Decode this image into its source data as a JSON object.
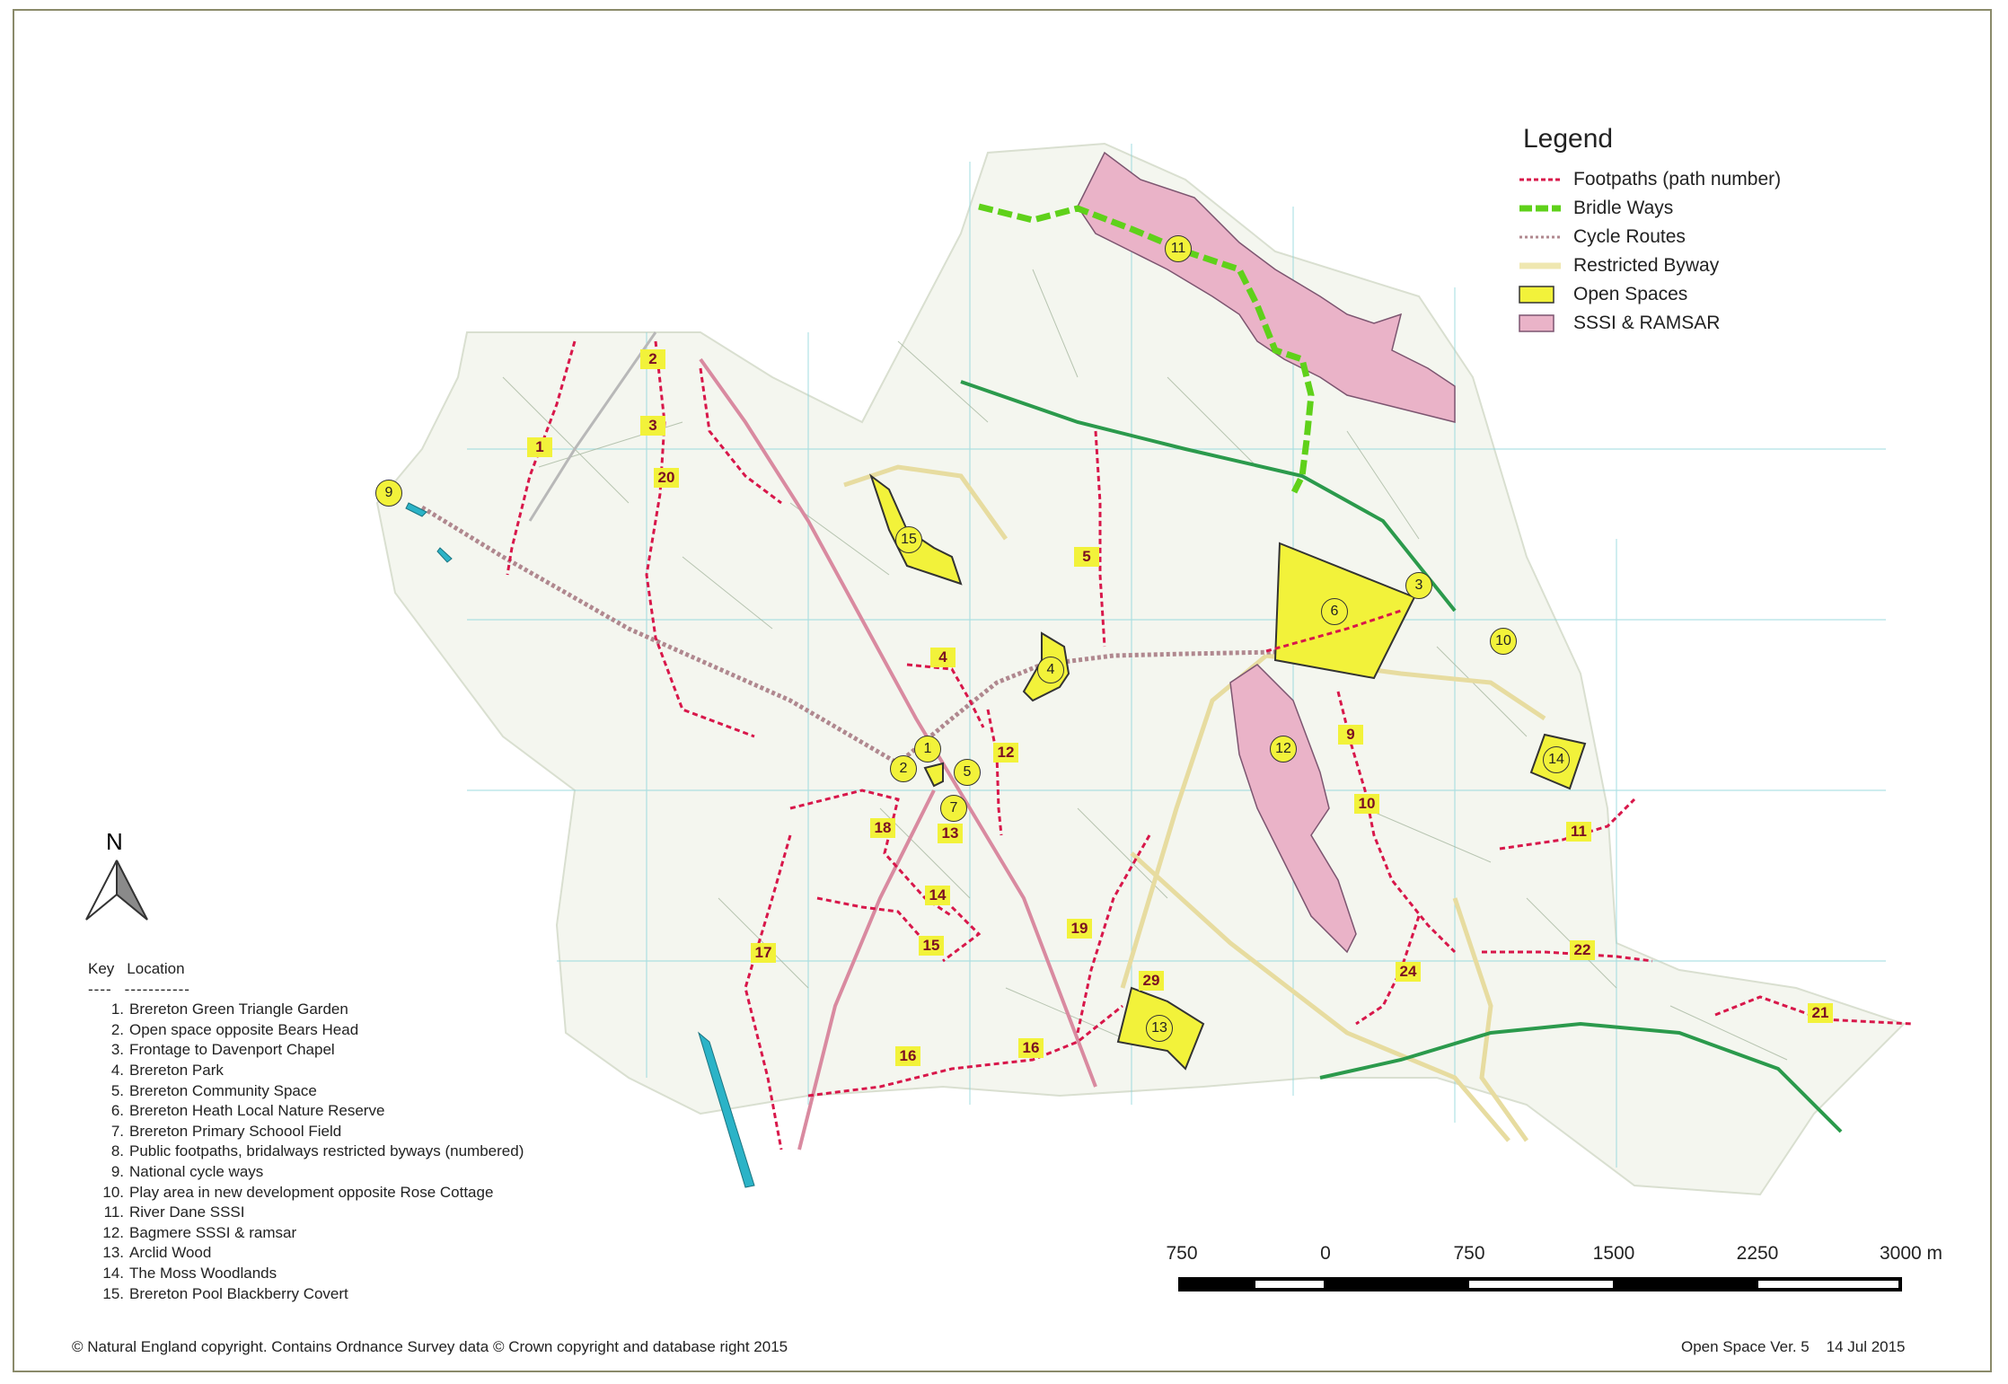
{
  "legend": {
    "title": "Legend",
    "items": [
      {
        "label": "Footpaths (path number)",
        "symbol": "footpath"
      },
      {
        "label": "Bridle Ways",
        "symbol": "bridleway"
      },
      {
        "label": "Cycle Routes",
        "symbol": "cycle"
      },
      {
        "label": "Restricted Byway",
        "symbol": "byway"
      },
      {
        "label": "Open Spaces",
        "symbol": "open"
      },
      {
        "label": "SSSI & RAMSAR",
        "symbol": "sssi"
      }
    ]
  },
  "colors": {
    "footpath": "#d8174a",
    "bridleway": "#5fd11a",
    "cycle": "#b0888f",
    "byway": "#efe7b0",
    "open_fill": "#f2f23a",
    "sssi_fill": "#eab3c8",
    "road_a": "#d98aa0",
    "road_green": "#2b9a4c",
    "water": "#2bb3c7"
  },
  "north_label": "N",
  "key": {
    "header_key": "Key",
    "header_location": "Location",
    "dash_key": "----",
    "dash_location": "-----------",
    "items": [
      {
        "n": "1.",
        "text": "Brereton Green Triangle Garden"
      },
      {
        "n": "2.",
        "text": "Open space opposite Bears Head"
      },
      {
        "n": "3.",
        "text": "Frontage to Davenport Chapel"
      },
      {
        "n": "4.",
        "text": "Brereton Park"
      },
      {
        "n": "5.",
        "text": "Brereton Community Space"
      },
      {
        "n": "6.",
        "text": "Brereton Heath Local Nature Reserve"
      },
      {
        "n": "7.",
        "text": "Brereton Primary Schoool Field"
      },
      {
        "n": "8.",
        "text": "Public footpaths, bridalways restricted byways (numbered)"
      },
      {
        "n": "9.",
        "text": "National cycle ways"
      },
      {
        "n": "10.",
        "text": "Play area in new development opposite Rose Cottage"
      },
      {
        "n": "11.",
        "text": "River Dane SSSI"
      },
      {
        "n": "12.",
        "text": "Bagmere SSSI & ramsar"
      },
      {
        "n": "13.",
        "text": "Arclid Wood"
      },
      {
        "n": "14.",
        "text": "The Moss Woodlands"
      },
      {
        "n": "15.",
        "text": "Brereton Pool Blackberry Covert"
      }
    ]
  },
  "scale": {
    "labels": [
      "750",
      "0",
      "750",
      "1500",
      "2250",
      "3000 m"
    ]
  },
  "site_markers": [
    {
      "label": "1"
    },
    {
      "label": "2"
    },
    {
      "label": "3"
    },
    {
      "label": "4"
    },
    {
      "label": "5"
    },
    {
      "label": "6"
    },
    {
      "label": "7"
    },
    {
      "label": "9"
    },
    {
      "label": "10"
    },
    {
      "label": "11"
    },
    {
      "label": "12"
    },
    {
      "label": "13"
    },
    {
      "label": "14"
    },
    {
      "label": "15"
    }
  ],
  "path_labels": [
    "1",
    "2",
    "3",
    "20",
    "4",
    "5",
    "12",
    "18",
    "13",
    "14",
    "15",
    "16",
    "16",
    "17",
    "19",
    "29",
    "9",
    "10",
    "11",
    "22",
    "24",
    "21"
  ],
  "footer": {
    "copyright": "© Natural England copyright. Contains Ordnance Survey data © Crown copyright and database right 2015",
    "version": "Open Space Ver. 5    14 Jul 2015"
  }
}
